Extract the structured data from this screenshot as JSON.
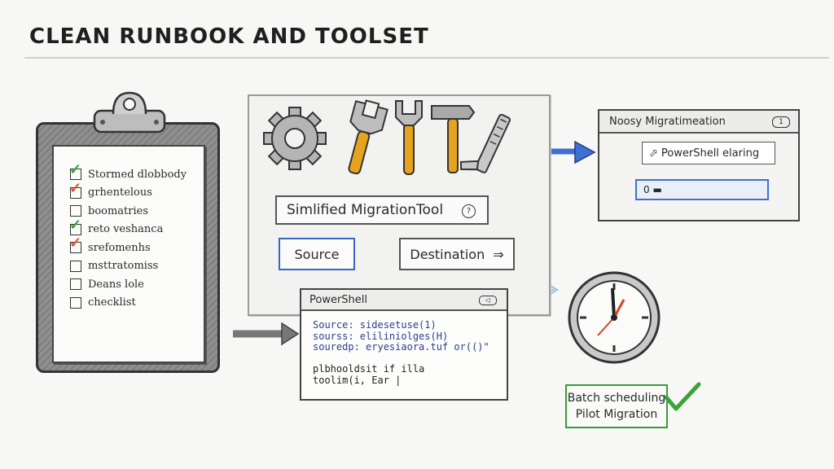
{
  "title": "CLEAN RUNBOOK AND TOOLSET",
  "checklist": {
    "items": [
      {
        "label": "Stormed dlobbody",
        "checked": true,
        "tick_color": "#3aa33a"
      },
      {
        "label": "grhentelous",
        "checked": true,
        "tick_color": "#e0552a"
      },
      {
        "label": "boomatries",
        "checked": false,
        "tick_color": ""
      },
      {
        "label": "reto veshanca",
        "checked": true,
        "tick_color": "#3aa33a"
      },
      {
        "label": "srefomenhs",
        "checked": true,
        "tick_color": "#e0552a"
      },
      {
        "label": "msttratomiss",
        "checked": false,
        "tick_color": ""
      },
      {
        "label": "Deans lole",
        "checked": false,
        "tick_color": ""
      },
      {
        "label": "checklist",
        "checked": false,
        "tick_color": ""
      }
    ]
  },
  "tool": {
    "name": "Simlified MigrationTool",
    "help_symbol": "?",
    "source_label": "Source",
    "destination_label": "Destination",
    "dest_arrow": "⇒"
  },
  "migration_window": {
    "title": "Noosy Migratimeation",
    "close_symbol": "1",
    "field_label": "PowerShell elaring",
    "field_icon": "⬀",
    "bar_text": "0 ▬"
  },
  "powershell": {
    "title": "PowerShell",
    "close_symbol": "◁",
    "lines": [
      "Source: sidesetuse(1)",
      "sourss: eliliniolges(H)",
      "souredp: eryesiaora.tuf or(()\"",
      "",
      "plbhooldsit if illa",
      "toolim(i, Ear |"
    ]
  },
  "batch": {
    "line1": "Batch scheduling",
    "line2": "Pilot Migration"
  },
  "colors": {
    "accent_blue": "#3f6fd0",
    "accent_orange": "#e8713a",
    "accent_green": "#3a9a3a",
    "clock_hand_red": "#d3461f"
  },
  "icons": [
    "gear-icon",
    "adjustable-wrench-icon",
    "wrench-icon",
    "hammer-icon",
    "pipe-wrench-icon"
  ]
}
